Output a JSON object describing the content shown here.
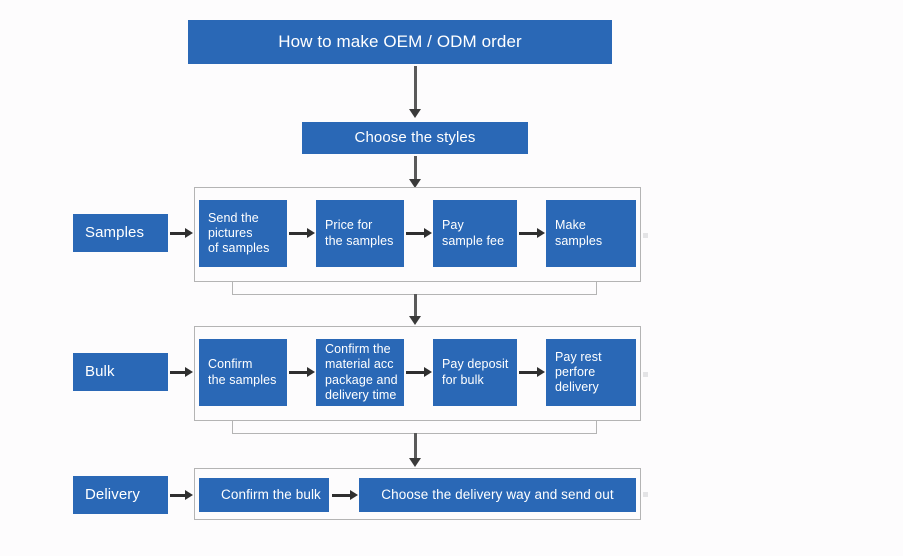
{
  "meta": {
    "diagram_title": "How to make OEM / ODM order",
    "accent_color": "#2a68b6",
    "frame_color": "#b4b4b4",
    "arrow_color": "#2f2f2f",
    "background_color": "#fdfcfd"
  },
  "header": {
    "title": "How to make OEM / ODM order"
  },
  "stage": {
    "label": "Choose the styles"
  },
  "rows": [
    {
      "lane_label": "Samples",
      "steps": [
        "Send the\npictures\nof samples",
        "Price for\nthe samples",
        "Pay\nsample fee",
        "Make\nsamples"
      ],
      "steps_flat": [
        {
          "line1": "Send the",
          "line2": "pictures",
          "line3": "of samples"
        },
        {
          "line1": "Price for",
          "line2": "the samples",
          "line3": ""
        },
        {
          "line1": "Pay",
          "line2": "sample fee",
          "line3": ""
        },
        {
          "line1": "Make",
          "line2": "samples",
          "line3": ""
        }
      ]
    },
    {
      "lane_label": "Bulk",
      "steps": [
        "Confirm\nthe samples",
        "Confirm the\nmaterial acc\npackage and\ndelivery time",
        "Pay deposit\nfor bulk",
        "Pay rest\nperfore\ndelivery"
      ],
      "steps_flat": [
        {
          "line1": "Confirm",
          "line2": "the samples",
          "line3": "",
          "line4": ""
        },
        {
          "line1": "Confirm the",
          "line2": "material acc",
          "line3": "package and",
          "line4": "delivery time"
        },
        {
          "line1": "Pay deposit",
          "line2": "for bulk",
          "line3": "",
          "line4": ""
        },
        {
          "line1": "Pay rest",
          "line2": "perfore",
          "line3": "delivery",
          "line4": ""
        }
      ]
    },
    {
      "lane_label": "Delivery",
      "steps": [
        "Confirm the bulk",
        "Choose the delivery way and send out"
      ],
      "steps_flat": [
        {
          "line1": "Confirm the bulk"
        },
        {
          "line1": "Choose the delivery way and send out"
        }
      ]
    }
  ],
  "icons": {
    "arrow_right": "arrow-right-icon",
    "arrow_down": "arrow-down-icon"
  }
}
